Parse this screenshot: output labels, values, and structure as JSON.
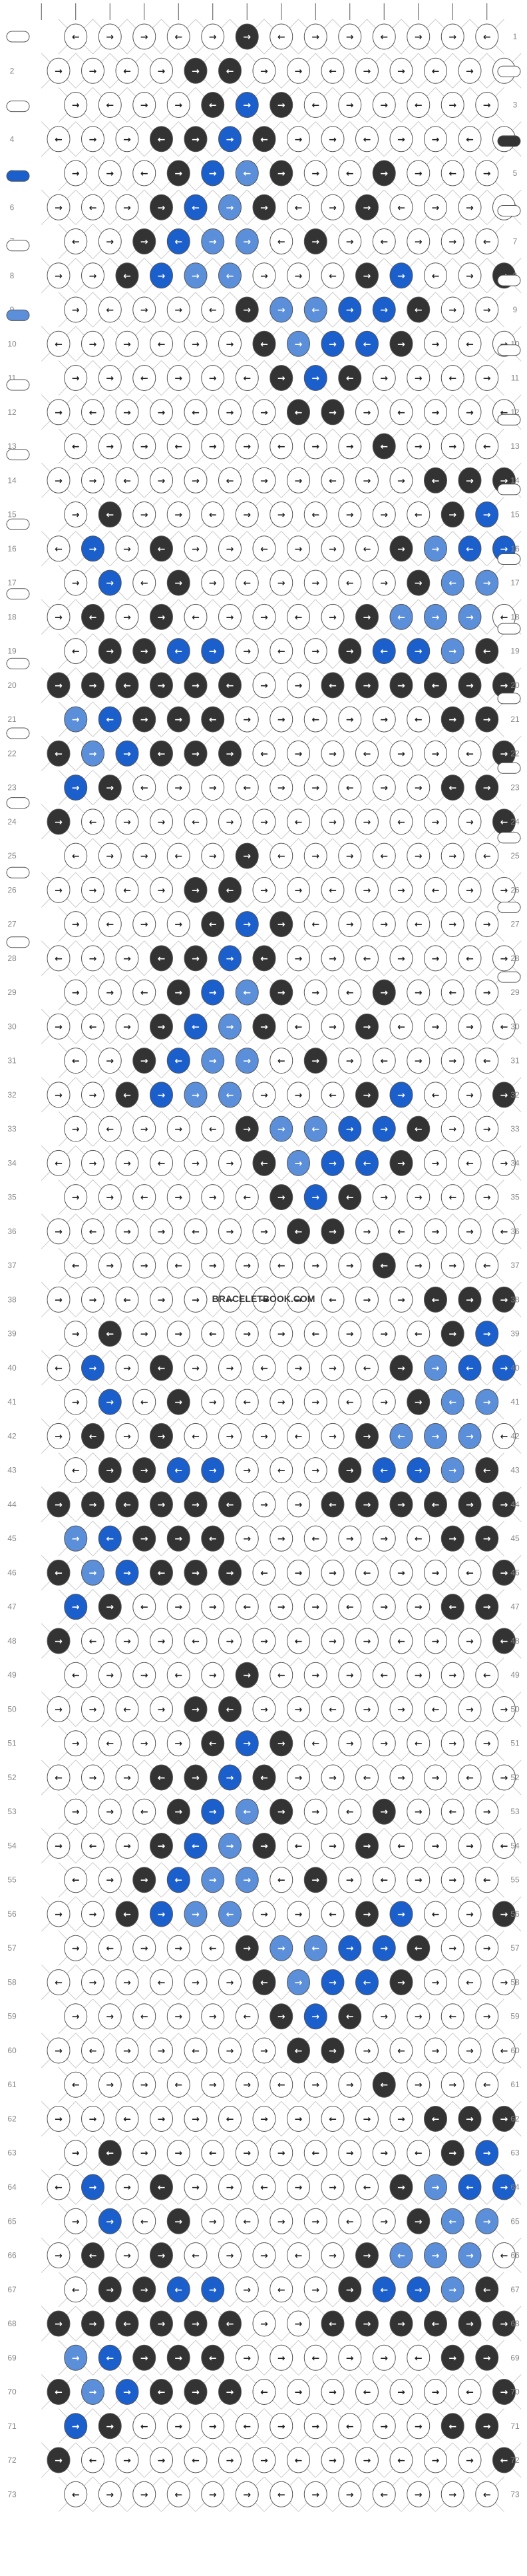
{
  "watermark": "BRACELETBOOK.COM",
  "rows": 73,
  "colors": {
    "white": "#ffffff",
    "dark": "#333333",
    "blue": "#1a5fcc",
    "lightblue": "#5b8fd9",
    "thread": "#444444",
    "outline": "#555555"
  },
  "strings": [
    "white",
    "white",
    "blue",
    "white",
    "lightblue",
    "white",
    "white",
    "white",
    "white",
    "white",
    "white",
    "white",
    "white",
    "white"
  ],
  "right_ends": [
    "white",
    "dark",
    "white",
    "white",
    "white",
    "white",
    "white",
    "white",
    "white",
    "white",
    "white",
    "white",
    "white",
    "white"
  ],
  "row_numbers": [
    "1",
    "2",
    "3",
    "4",
    "5",
    "6",
    "7",
    "8",
    "9",
    "10",
    "11",
    "12",
    "13",
    "14",
    "15",
    "16",
    "17",
    "18",
    "19",
    "20",
    "21",
    "22",
    "23",
    "24",
    "25",
    "26",
    "27",
    "28",
    "29",
    "30",
    "31",
    "32",
    "33",
    "34",
    "35",
    "36",
    "37",
    "38",
    "39",
    "40",
    "41",
    "42",
    "43",
    "44",
    "45",
    "46",
    "47",
    "48",
    "49",
    "50",
    "51",
    "52",
    "53",
    "54",
    "55",
    "56",
    "57",
    "58",
    "59",
    "60",
    "61",
    "62",
    "63",
    "64",
    "65",
    "66",
    "67",
    "68",
    "69",
    "70",
    "71",
    "72",
    "73"
  ],
  "knot_rows": [
    "wwwwwdwwwwwww",
    "wwwwddwwwwwwww",
    "wwwwdbdwwwwww",
    "wwwddbdwwwwwww",
    "wwwdbldwwdwww",
    "wwwdbldwwdwwww",
    "wwdbllwdwwwww",
    "wwdbllwwwdbwwd",
    "wwwwwdllbbdww",
    "wwwwwwdlbbdwww",
    "wwwwwwdbdwwww",
    "wwwwwwwddwwwww",
    "wwwwwwwwwdwww",
    "wwwwwwwwwwwddd",
    "wdwwwwwwwwwdb",
    "wbwdwwwwwwdlbb",
    "wbwdwwwwwwdll",
    "wdwdwwwwwdlllw",
    "wddbbwwwdbbld",
    "ddddddwwdddddd",
    "lbdddwwwwwwdd",
    "dlbdddwwwwwwwd",
    "bdwwwwwwwwwdd",
    "dwwwwwwwwwwwwd",
    "wwwwwdwwwwwww",
    "wwwwddwwwwwwww",
    "wwwwdbdwwwwww",
    "wwwddbdwwwwwww",
    "wwwdbldwwdwww",
    "wwwdbldwwdwwww",
    "wwdbllwdwwwww",
    "wwdbllwwwdbwwd",
    "wwwwwdllbbdww",
    "wwwwwwdlbbdwww",
    "wwwwwwdbdwwww",
    "wwwwwwwddwwwww",
    "wwwwwwwwwdwww",
    "wwwwwwwwwwwddd",
    "wdwwwwwwwwwdb",
    "wbwdwwwwwwdlbb",
    "wbwdwwwwwwdll",
    "wdwdwwwwwdlllw",
    "wddbbwwwdbbld",
    "ddddddwwdddddd",
    "lbdddwwwwwwdd",
    "dlbdddwwwwwwwd",
    "bdwwwwwwwwwdd",
    "dwwwwwwwwwwwwd",
    "wwwwwdwwwwwww",
    "wwwwddwwwwwwww",
    "wwwwdbdwwwwww",
    "wwwddbdwwwwwww",
    "wwwdbldwwdwww",
    "wwwdbldwwdwwww",
    "wwdbllwdwwwww",
    "wwdbllwwwdbwwd",
    "wwwwwdllbbdww",
    "wwwwwwdlbbdwww",
    "wwwwwwdbdwwww",
    "wwwwwwwddwwwww",
    "wwwwwwwwwdwww",
    "wwwwwwwwwwwddd",
    "wdwwwwwwwwwdb",
    "wbwdwwwwwwdlbb",
    "wbwdwwwwwwdll",
    "wdwdwwwwwdlllw",
    "wddbbwwwdbbld",
    "ddddddwwdddddd",
    "lbdddwwwwwwdd",
    "dlbdddwwwwwwwd",
    "bdwwwwwwwwwdd",
    "dwwwwwwwwwwwwd",
    "wwwwwwwwwwwww"
  ]
}
